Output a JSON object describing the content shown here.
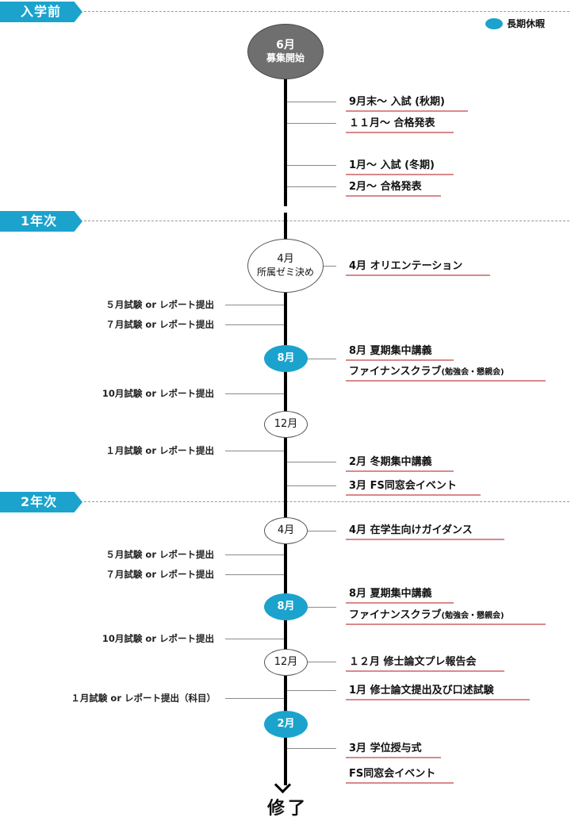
{
  "legend": {
    "label": "長期休暇",
    "color": "#1ba3cd"
  },
  "phases": [
    {
      "label": "入学前"
    },
    {
      "label": "1年次"
    },
    {
      "label": "2年次"
    }
  ],
  "milestones": {
    "start": {
      "month": "6月",
      "text": "募集開始"
    },
    "y1_apr": {
      "month": "4月",
      "text": "所属ゼミ決め"
    },
    "y1_aug": {
      "month": "8月"
    },
    "y1_dec": {
      "month": "12月"
    },
    "y2_apr": {
      "month": "4月"
    },
    "y2_aug": {
      "month": "8月"
    },
    "y2_dec": {
      "month": "12月"
    },
    "y2_feb": {
      "month": "2月"
    }
  },
  "events": {
    "pre_1": "9月末～ 入試 (秋期)",
    "pre_2": "１１月～ 合格発表",
    "pre_3": "1月～ 入試 (冬期)",
    "pre_4": "2月～ 合格発表",
    "y1_1": "4月 オリエンテーション",
    "y1_2": "8月 夏期集中講義",
    "y1_3a": "ファイナンスクラブ",
    "y1_3b": "(勉強会・懇親会)",
    "y1_4": "2月 冬期集中講義",
    "y1_5": "3月 FS同窓会イベント",
    "y2_1": "4月 在学生向けガイダンス",
    "y2_2": "8月 夏期集中講義",
    "y2_3a": "ファイナンスクラブ",
    "y2_3b": "(勉強会・懇親会)",
    "y2_4": "１２月 修士論文プレ報告会",
    "y2_5": "1月 修士論文提出及び口述試験",
    "y2_6": "3月 学位授与式",
    "y2_7": "FS同窓会イベント"
  },
  "exams": {
    "y1_may": "５月試験 or レポート提出",
    "y1_jul": "７月試験 or レポート提出",
    "y1_oct": "10月試験 or レポート提出",
    "y1_jan": "１月試験 or レポート提出",
    "y2_may": "５月試験 or レポート提出",
    "y2_jul": "７月試験 or レポート提出",
    "y2_oct": "10月試験 or レポート提出",
    "y2_jan": "１月試験 or レポート提出（科目）"
  },
  "end_label": "修了"
}
